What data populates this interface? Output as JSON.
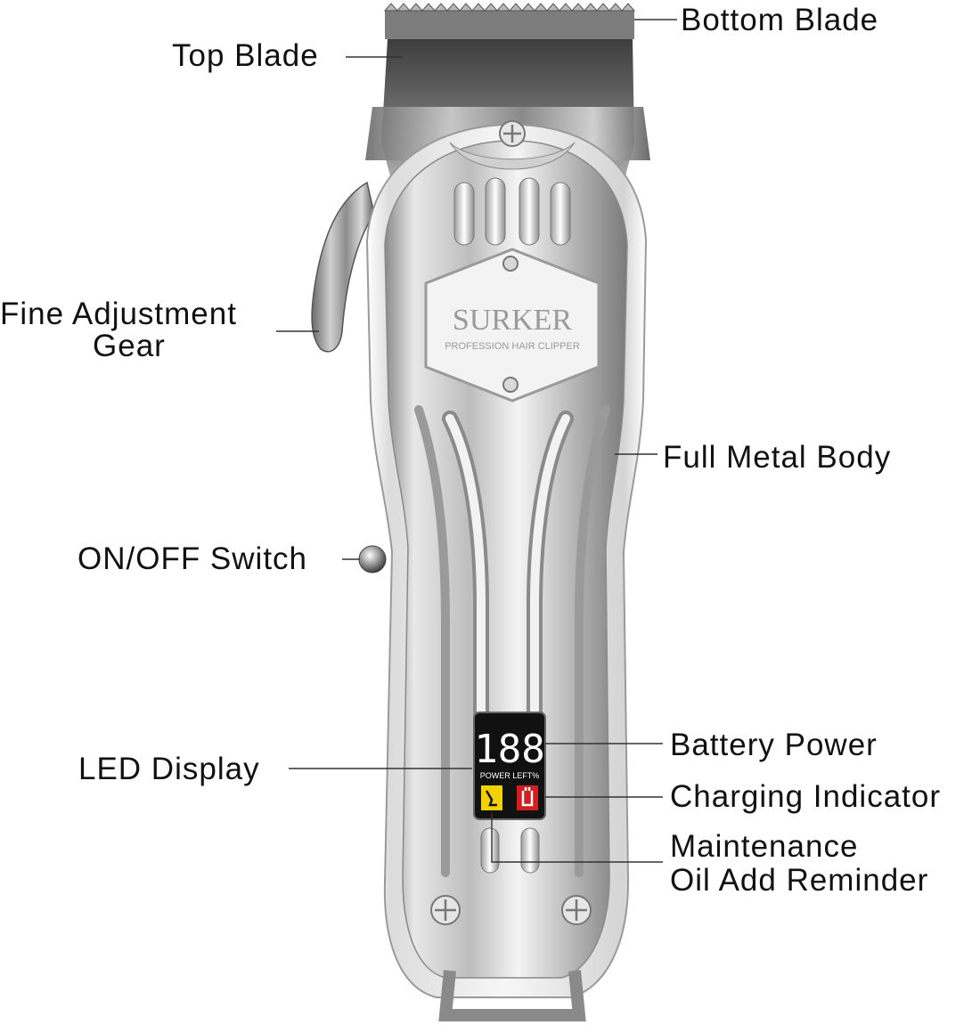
{
  "product": {
    "brand": "SURKER",
    "tagline": "PROFESSION HAIR CLIPPER",
    "led_digits": "188",
    "led_caption": "POWER LEFT%"
  },
  "labels": {
    "bottom_blade": "Bottom Blade",
    "top_blade": "Top Blade",
    "fine_adjustment_line1": "Fine Adjustment",
    "fine_adjustment_line2": "Gear",
    "full_metal_body": "Full Metal Body",
    "on_off_switch": "ON/OFF Switch",
    "battery_power": "Battery Power",
    "led_display": "LED Display",
    "charging_indicator": "Charging Indicator",
    "maintenance_line1": "Maintenance",
    "maintenance_line2": "Oil Add Reminder"
  },
  "colors": {
    "background": "#ffffff",
    "metal_light": "#f2f2f2",
    "metal_mid": "#bdbdbd",
    "metal_dark": "#6e6e6e",
    "blade_dark": "#4a4a4a",
    "led_panel": "#111111",
    "oil_icon": "#f2d100",
    "charge_icon": "#d21f1f",
    "leader_line": "#333333",
    "label_text": "#111111"
  }
}
